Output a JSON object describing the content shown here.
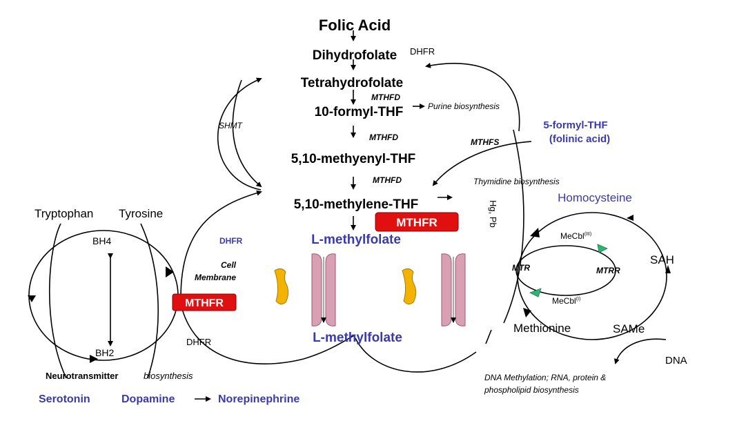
{
  "nodes": {
    "folic_acid": "Folic Acid",
    "dihydrofolate": "Dihydrofolate",
    "tetrahydrofolate": "Tetrahydrofolate",
    "formyl_thf": "10-formyl-THF",
    "methenyl_thf": "5,10-methyenyl-THF",
    "methylene_thf": "5,10-methylene-THF",
    "lmethylfolate_top": "L-methylfolate",
    "lmethylfolate_bottom": "L-methylfolate",
    "five_formyl_thf": "5-formyl-THF",
    "folinic_acid": "(folinic acid)",
    "homocysteine": "Homocysteine",
    "sah": "SAH",
    "methionine": "Methionine",
    "same": "SAMe",
    "dna": "DNA",
    "tryptophan": "Tryptophan",
    "tyrosine": "Tyrosine",
    "bh4": "BH4",
    "bh2": "BH2",
    "neurotransmitter": "Neurotransmitter",
    "biosynthesis": "biosynthesis",
    "serotonin": "Serotonin",
    "dopamine": "Dopamine",
    "norepinephrine": "Norepinephrine"
  },
  "enzymes": {
    "dhfr_top": "DHFR",
    "mthfd_1": "MTHFD",
    "mthfd_2": "MTHFD",
    "mthfd_3": "MTHFD",
    "mthfs": "MTHFS",
    "shmt": "SHMT",
    "dhfr_mid": "DHFR",
    "dhfr_bottom": "DHFR",
    "mthfr_center": "MTHFR",
    "mthfr_left": "MTHFR",
    "mtr": "MTR",
    "mtrr": "MTRR",
    "mecbl_iii": "MeCbl",
    "mecbl_iii_sup": "(III)",
    "mecbl_i": "MeCbl",
    "mecbl_i_sup": "(I)"
  },
  "annotations": {
    "purine": "Purine biosynthesis",
    "thymidine": "Thymidine biosynthesis",
    "hg_pb": "Hg, Pb",
    "cell": "Cell",
    "membrane": "Membrane",
    "dna_line1": "DNA Methylation; RNA, protein &",
    "dna_line2": "phospholipid biosynthesis"
  },
  "colors": {
    "blue_text": "#3a3aa8",
    "mthfr_red": "#e01010",
    "lipid_head": "#3d8fe0",
    "channel": "#d9a0b4",
    "carrier": "#f2b400",
    "triangle": "#2bb673"
  }
}
